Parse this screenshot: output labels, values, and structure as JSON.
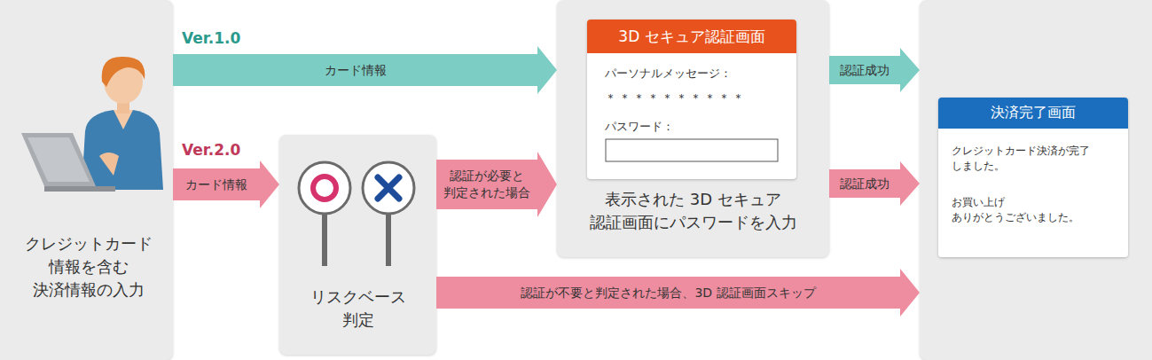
{
  "diagram": {
    "nodes": [
      {
        "text": [
          "クレジットカード 情報を含む 決済情報の入力"
        ]
      },
      {
        "text": [
          "リスクベース 判定"
        ]
      },
      {
        "text": [
          "表示された 3D セキュア 認証画面にパスワードを入力"
        ]
      },
      {
        "text": [
          "3D セキュア認証画面",
          "パーソナルメッセージ：",
          "＊＊＊＊＊＊＊＊＊＊",
          "パスワード："
        ],
        "in": 2
      },
      {
        "text": [
          "決済完了画面",
          "クレジットカード決済が完了 しました。",
          "お買い上げ ありがとうございました。"
        ]
      }
    ],
    "edges": [
      {
        "from": 0,
        "to": 2,
        "arrow": "to",
        "label": "カード情報"
      },
      {
        "from": 0,
        "to": 1,
        "arrow": "to",
        "label": "カード情報"
      },
      {
        "from": 1,
        "to": 2,
        "arrow": "to",
        "label": "認証が必要と 判定された場合"
      },
      {
        "from": 2,
        "to": 4,
        "arrow": "to",
        "label": "認証成功"
      },
      {
        "from": 2,
        "to": 4,
        "arrow": "to",
        "label": "認証成功"
      },
      {
        "from": 1,
        "to": 4,
        "arrow": "to",
        "label": "認証が不要と判定された場合、3D 認証画面スキップ"
      }
    ],
    "labels": [
      "Ver.1.0",
      "Ver.2.0"
    ]
  }
}
